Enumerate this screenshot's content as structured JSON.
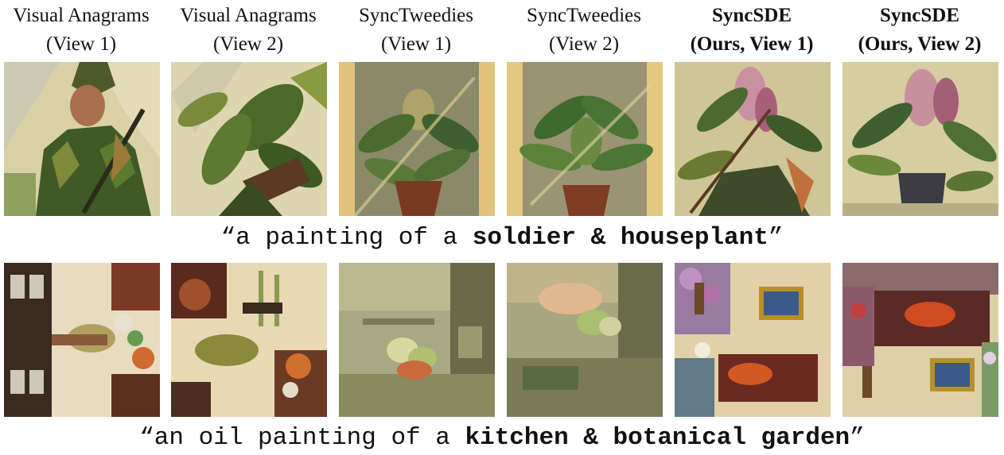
{
  "headers": [
    {
      "line1": "Visual Anagrams",
      "line2": "(View 1)",
      "bold": false
    },
    {
      "line1": "Visual Anagrams",
      "line2": "(View 2)",
      "bold": false
    },
    {
      "line1": "SyncTweedies",
      "line2": "(View 1)",
      "bold": false
    },
    {
      "line1": "SyncTweedies",
      "line2": "(View 2)",
      "bold": false
    },
    {
      "line1": "SyncSDE",
      "line2": "(Ours, View 1)",
      "bold": true
    },
    {
      "line1": "SyncSDE",
      "line2": "(Ours, View 2)",
      "bold": true
    }
  ],
  "captions": [
    {
      "prefix": "“a painting of a ",
      "bold": "soldier & houseplant",
      "suffix": "”"
    },
    {
      "prefix": "“an oil painting of a ",
      "bold": "kitchen & botanical garden",
      "suffix": "”"
    }
  ]
}
